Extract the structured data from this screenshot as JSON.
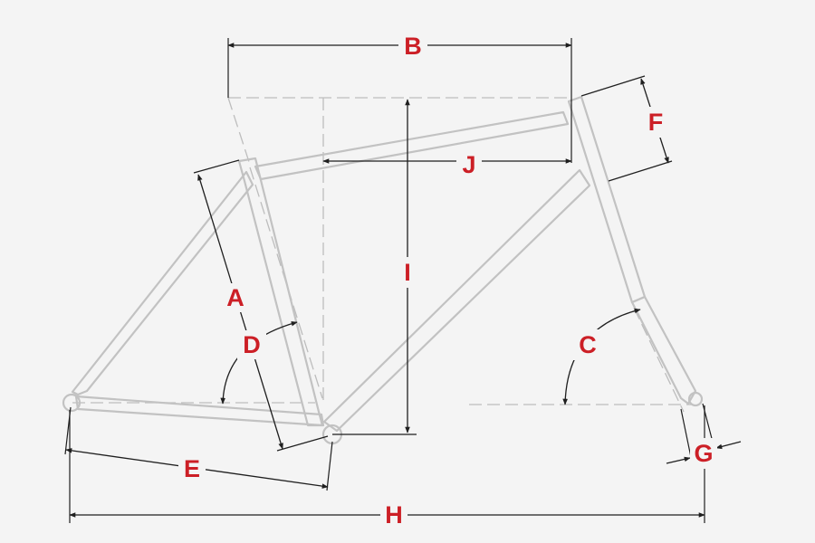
{
  "diagram": {
    "label_color": "#cc1f26",
    "frame_color": "#c2c2c2",
    "line_color": "#1f1f1f",
    "background": "#f4f4f4",
    "labels": {
      "A": "A",
      "B": "B",
      "C": "C",
      "D": "D",
      "E": "E",
      "F": "F",
      "G": "G",
      "H": "H",
      "I": "I",
      "J": "J"
    }
  }
}
